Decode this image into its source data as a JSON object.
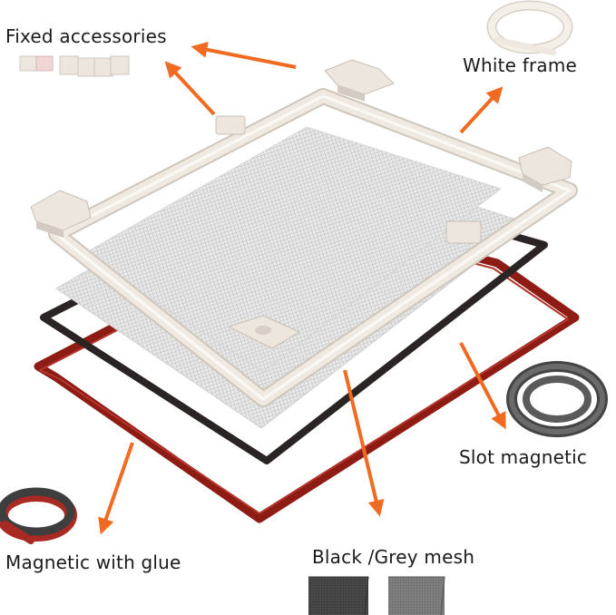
{
  "labels": {
    "fixed_accessories": "Fixed accessories",
    "white_frame": "White frame",
    "slot_magnetic": "Slot magnetic",
    "magnetic_with_glue": "Magnetic with glue",
    "mesh": "Black /Grey mesh"
  },
  "colors": {
    "arrow": "#f06a22",
    "frame": "#efe9e2",
    "frame_edge": "#cfc6bc",
    "black_strip": "#2a2424",
    "red_strip": "#8e1c14",
    "mesh": "#e3e2e2",
    "mesh_line": "#b9b9b9",
    "grey_roll": "#5c5c5c",
    "black_mesh_sample": "#4a4a4a",
    "grey_mesh_sample": "#7d7d7d"
  },
  "icons": [
    "arrow-icon",
    "frame-corner-icon",
    "roll-icon",
    "mesh-sample-icon"
  ]
}
